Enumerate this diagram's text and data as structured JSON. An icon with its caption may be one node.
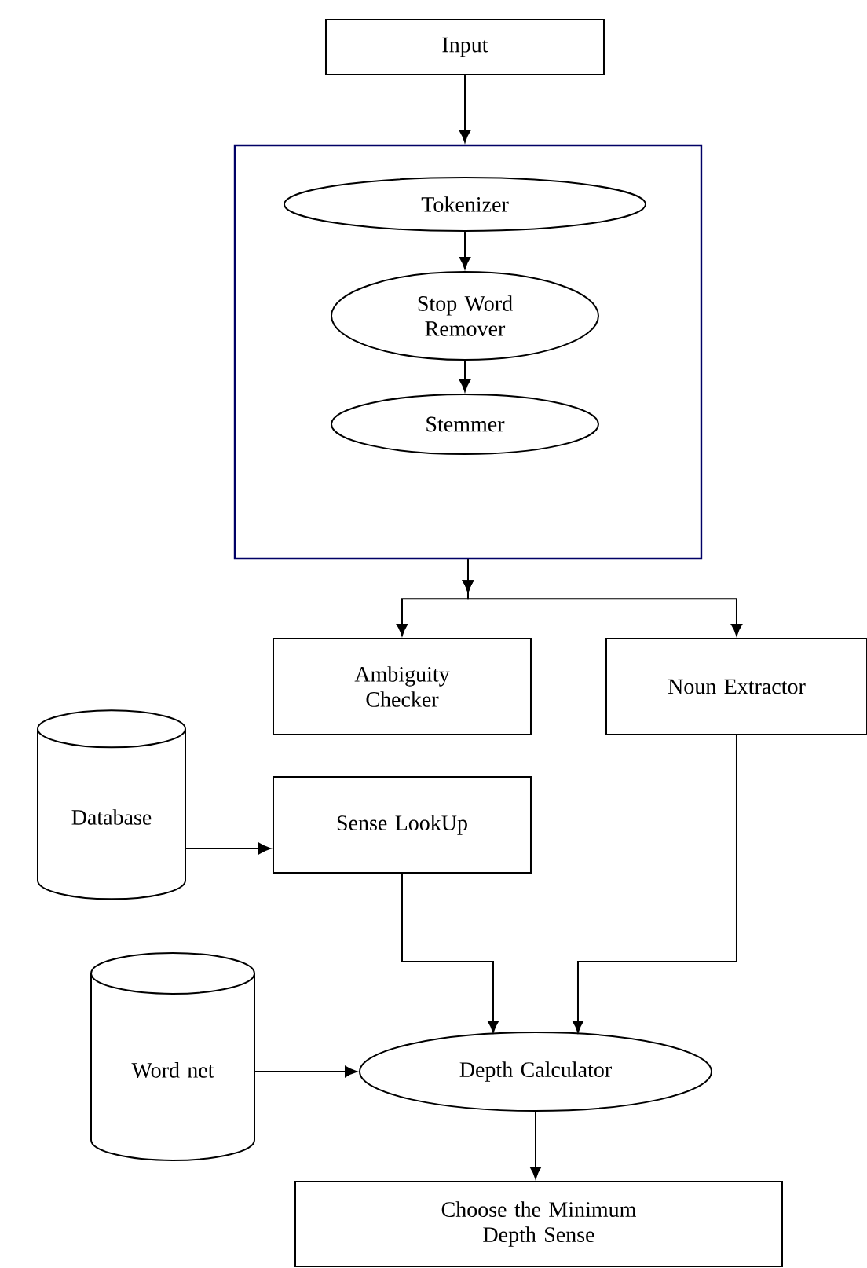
{
  "diagram": {
    "nodes": [
      {
        "text": [
          "Input"
        ]
      },
      {
        "text": [],
        "shape": "box"
      },
      {
        "text": [
          "Tokenizer"
        ],
        "in": 1
      },
      {
        "text": [
          "Stop Word Remover"
        ],
        "in": 1
      },
      {
        "text": [
          "Stemmer"
        ],
        "in": 1
      },
      {
        "text": [
          "Ambiguity Checker"
        ]
      },
      {
        "text": [
          "Noun Extractor"
        ]
      },
      {
        "text": [
          "Database"
        ]
      },
      {
        "text": [
          "Sense LookUp"
        ]
      },
      {
        "text": [
          "Word net"
        ]
      },
      {
        "text": [
          "Depth Calculator"
        ]
      },
      {
        "text": [
          "Choose the Minimum Depth Sense"
        ]
      }
    ],
    "edges": [
      {
        "from": 0,
        "to": 1,
        "arrow": "to"
      },
      {
        "from": 2,
        "to": 3,
        "arrow": "to"
      },
      {
        "from": 3,
        "to": 4,
        "arrow": "to"
      },
      {
        "from": 1,
        "to": 5,
        "arrow": "to"
      },
      {
        "from": 1,
        "to": 6,
        "arrow": "to"
      },
      {
        "from": 7,
        "to": 8,
        "arrow": "to"
      },
      {
        "from": 8,
        "to": 10,
        "arrow": "to"
      },
      {
        "from": 6,
        "to": 10,
        "arrow": "to"
      },
      {
        "from": 9,
        "to": 10,
        "arrow": "to"
      },
      {
        "from": 10,
        "to": 11,
        "arrow": "to"
      }
    ]
  }
}
